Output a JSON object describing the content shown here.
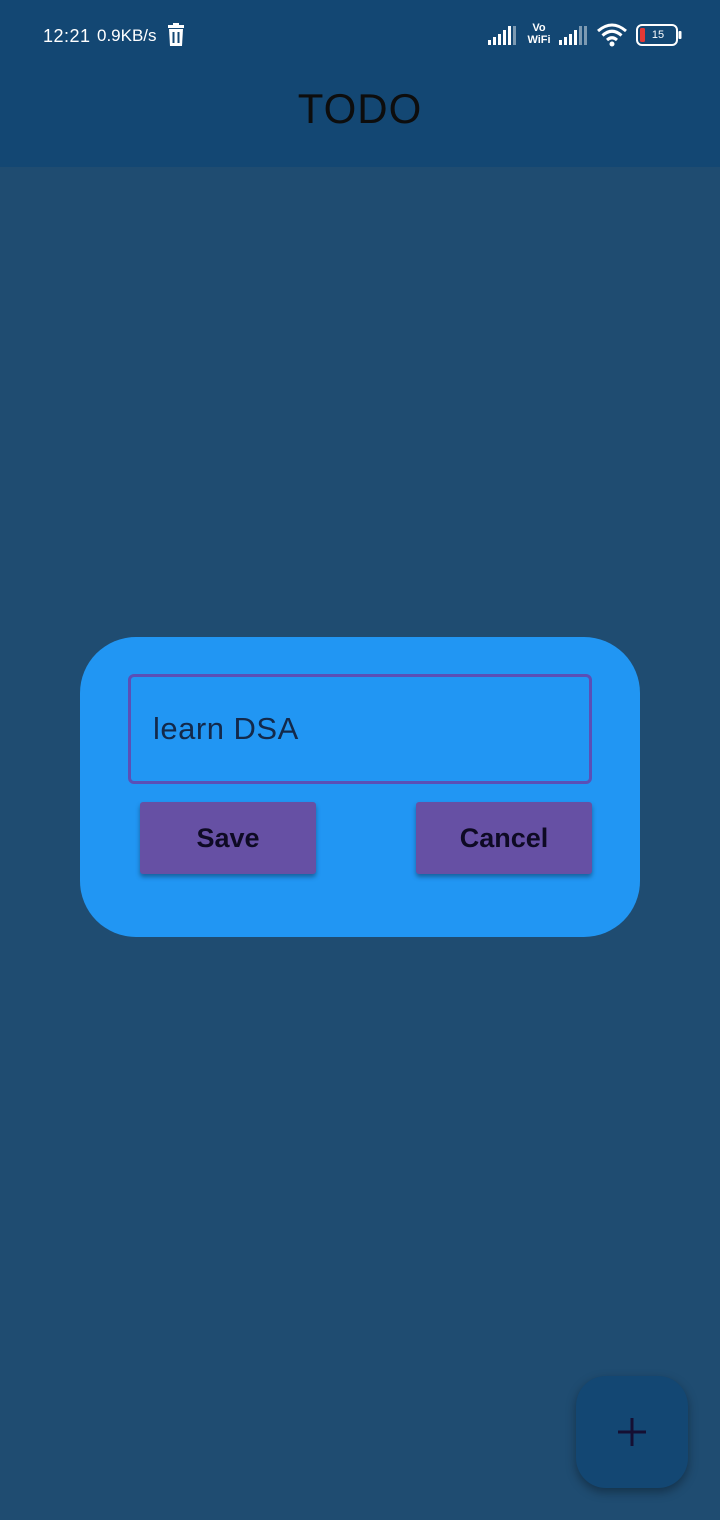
{
  "status_bar": {
    "time": "12:21",
    "network_speed": "0.9KB/s",
    "vowifi_top": "Vo",
    "vowifi_bottom": "WiFi",
    "battery_level": "15",
    "icons": [
      "trash-icon",
      "signal-icon",
      "vowifi-icon",
      "signal-icon",
      "wifi-icon",
      "battery-icon"
    ]
  },
  "app_bar": {
    "title": "TODO"
  },
  "dialog": {
    "input_value": "learn DSA",
    "save_label": "Save",
    "cancel_label": "Cancel"
  },
  "fab": {
    "icon": "plus-icon"
  },
  "colors": {
    "app_bar": "#134773",
    "background": "#1f4c71",
    "dialog": "#2196f3",
    "button": "#6650a4",
    "input_border": "#5b4fb6"
  }
}
